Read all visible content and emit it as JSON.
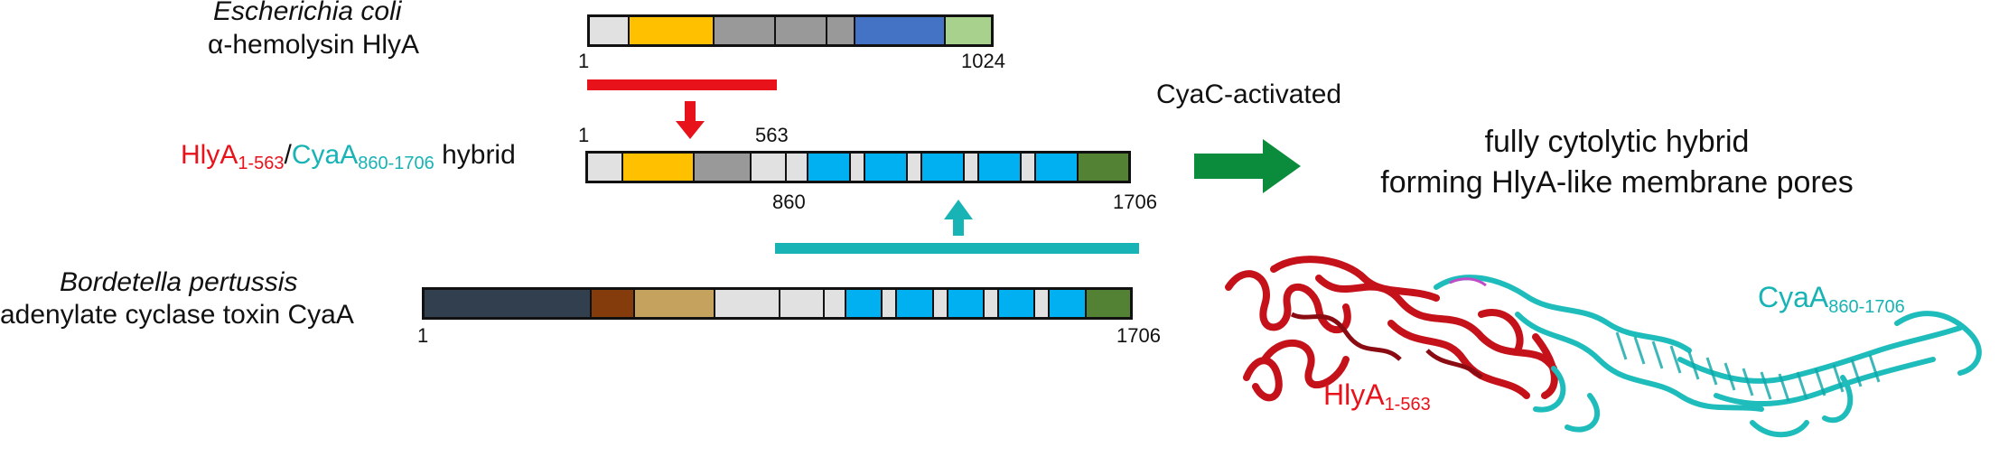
{
  "ecoli": {
    "species": "Escherichia coli",
    "protein": "α-hemolysin HlyA",
    "start": "1",
    "end": "1024",
    "segments": [
      {
        "color": "#e1e1e1",
        "len": 7
      },
      {
        "color": "#ffc000",
        "len": 15
      },
      {
        "color": "#999999",
        "len": 11
      },
      {
        "color": "#999999",
        "len": 9
      },
      {
        "color": "#999999",
        "len": 5
      },
      {
        "color": "#4472c4",
        "len": 16
      },
      {
        "color": "#a9d18e",
        "len": 8
      }
    ]
  },
  "hybrid": {
    "label_red": "HlyA",
    "label_red_sub": "1-563",
    "separator": "/",
    "label_cyan": "CyaA",
    "label_cyan_sub": "860-1706",
    "label_tail": " hybrid",
    "start": "1",
    "junction_upper": "563",
    "junction_lower": "860",
    "end": "1706",
    "segments": [
      {
        "color": "#e1e1e1",
        "len": 5
      },
      {
        "color": "#ffc000",
        "len": 10
      },
      {
        "color": "#999999",
        "len": 8
      },
      {
        "color": "#e1e1e1",
        "len": 5
      },
      {
        "color": "#e1e1e1",
        "len": 3
      },
      {
        "color": "#00b0f0",
        "len": 6
      },
      {
        "color": "#e1e1e1",
        "len": 2
      },
      {
        "color": "#00b0f0",
        "len": 6
      },
      {
        "color": "#e1e1e1",
        "len": 2
      },
      {
        "color": "#00b0f0",
        "len": 6
      },
      {
        "color": "#e1e1e1",
        "len": 2
      },
      {
        "color": "#00b0f0",
        "len": 6
      },
      {
        "color": "#e1e1e1",
        "len": 2
      },
      {
        "color": "#00b0f0",
        "len": 6
      },
      {
        "color": "#548235",
        "len": 7
      }
    ]
  },
  "bordetella": {
    "species": "Bordetella pertussis",
    "protein": "adenylate cyclase toxin CyaA",
    "start": "1",
    "end": "1706",
    "segments": [
      {
        "color": "#323f4f",
        "len": 23
      },
      {
        "color": "#843c0c",
        "len": 6
      },
      {
        "color": "#c5a35e",
        "len": 11
      },
      {
        "color": "#e1e1e1",
        "len": 9
      },
      {
        "color": "#e1e1e1",
        "len": 6
      },
      {
        "color": "#e1e1e1",
        "len": 3
      },
      {
        "color": "#00b0f0",
        "len": 5
      },
      {
        "color": "#e1e1e1",
        "len": 2
      },
      {
        "color": "#00b0f0",
        "len": 5
      },
      {
        "color": "#e1e1e1",
        "len": 2
      },
      {
        "color": "#00b0f0",
        "len": 5
      },
      {
        "color": "#e1e1e1",
        "len": 2
      },
      {
        "color": "#00b0f0",
        "len": 5
      },
      {
        "color": "#e1e1e1",
        "len": 2
      },
      {
        "color": "#00b0f0",
        "len": 5
      },
      {
        "color": "#548235",
        "len": 6
      }
    ]
  },
  "activation": {
    "label": "CyaC-activated",
    "result_line1": "fully cytolytic hybrid",
    "result_line2": "forming HlyA-like membrane pores"
  },
  "structure": {
    "label_red": "HlyA",
    "label_red_sub": "1-563",
    "label_cyan": "CyaA",
    "label_cyan_sub": "860-1706"
  },
  "colors": {
    "hly_red": "#e8121b",
    "cya_cyan": "#18b3b5",
    "arrow_green": "#0a8c3c"
  }
}
